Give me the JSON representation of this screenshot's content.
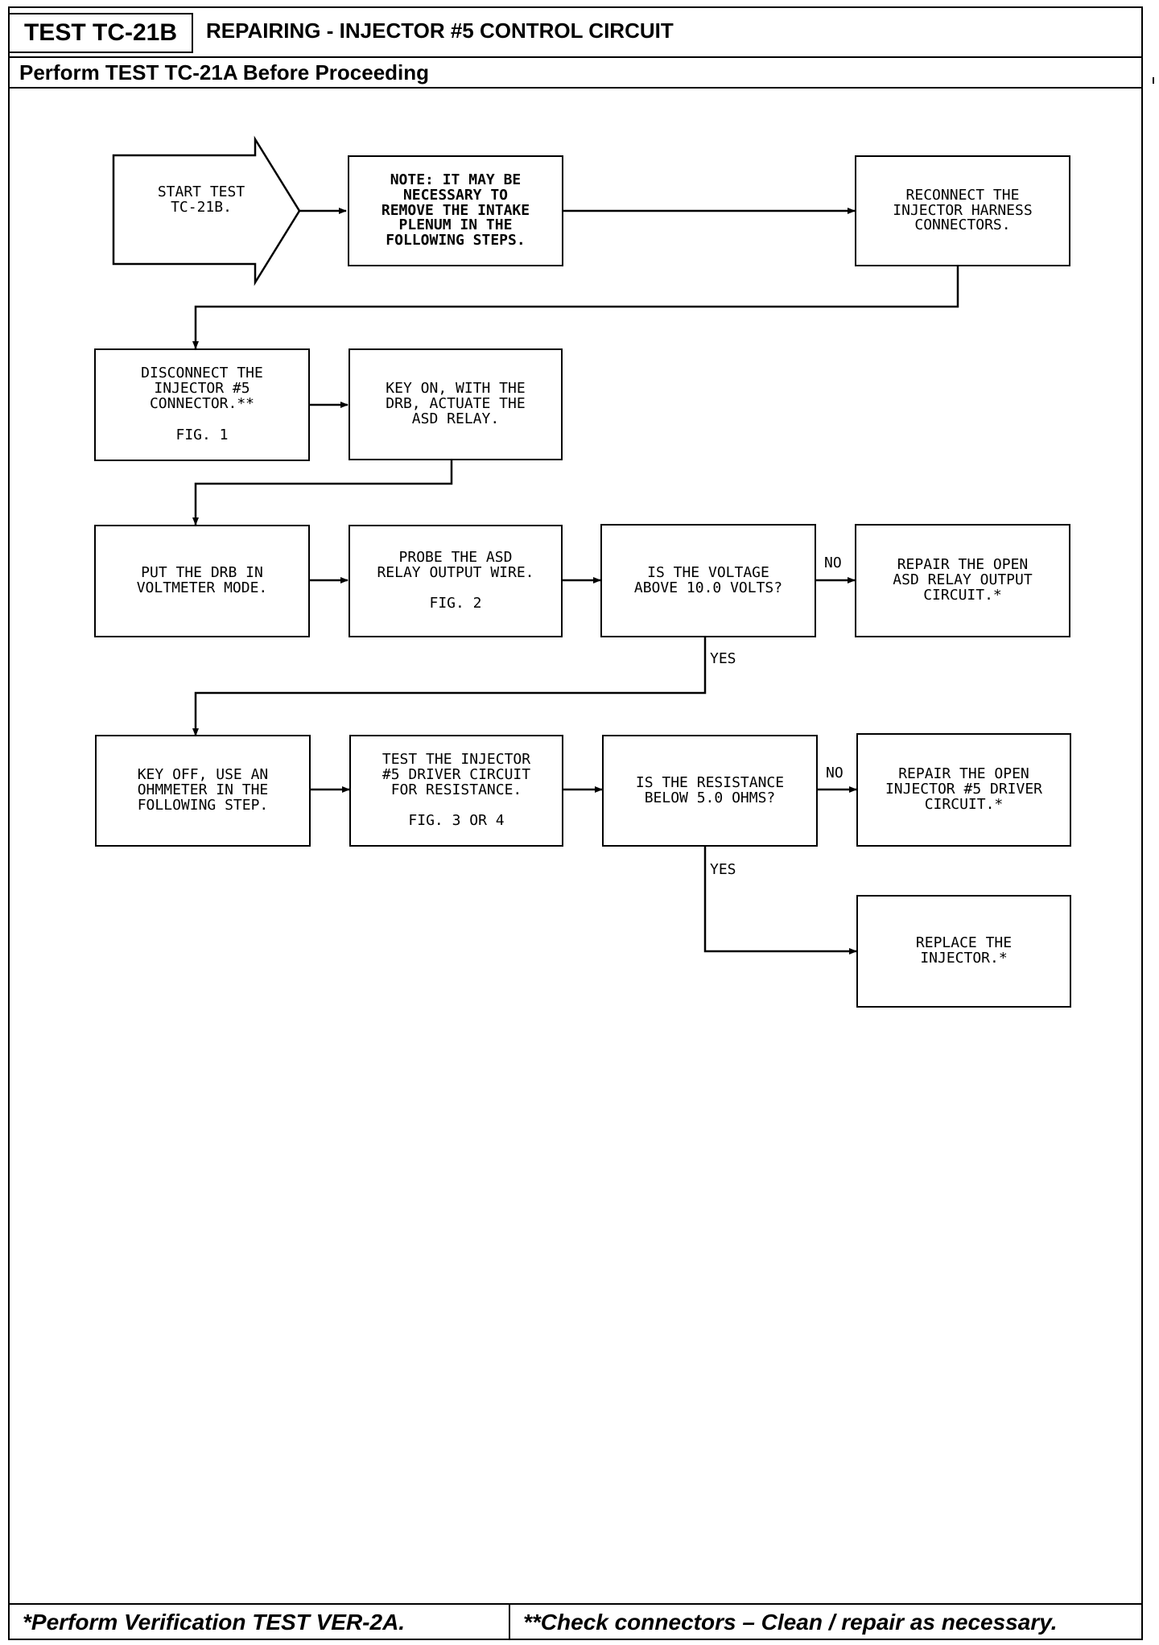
{
  "header": {
    "test_id": "TEST TC-21B",
    "title": "REPAIRING - INJECTOR #5 CONTROL CIRCUIT",
    "prerequisite": "Perform TEST TC-21A Before Proceeding"
  },
  "flow": {
    "start": "START TEST\nTC-21B.",
    "note": "NOTE: IT MAY BE\nNECESSARY TO\nREMOVE THE INTAKE\nPLENUM IN THE\nFOLLOWING STEPS.",
    "reconnect": "RECONNECT THE\nINJECTOR HARNESS\nCONNECTORS.",
    "disconnect": "DISCONNECT THE\nINJECTOR #5\nCONNECTOR.**",
    "disconnect_fig": "FIG. 1",
    "key_on": "KEY ON, WITH THE\nDRB, ACTUATE THE\nASD RELAY.",
    "put_drb": "PUT THE DRB IN\nVOLTMETER MODE.",
    "probe": "PROBE THE ASD\nRELAY OUTPUT WIRE.",
    "probe_fig": "FIG. 2",
    "voltage_q": "IS THE VOLTAGE\nABOVE 10.0 VOLTS?",
    "repair_asd": "REPAIR THE OPEN\nASD RELAY OUTPUT\nCIRCUIT.*",
    "key_off": "KEY OFF, USE AN\nOHMMETER IN THE\nFOLLOWING STEP.",
    "test_injector": "TEST THE INJECTOR\n#5 DRIVER CIRCUIT\nFOR RESISTANCE.",
    "test_injector_fig": "FIG. 3 OR 4",
    "resistance_q": "IS THE RESISTANCE\nBELOW 5.0 OHMS?",
    "repair_driver": "REPAIR THE OPEN\nINJECTOR #5 DRIVER\nCIRCUIT.*",
    "replace": "REPLACE THE\nINJECTOR.*",
    "labels": {
      "no1": "NO",
      "yes1": "YES",
      "no2": "NO",
      "yes2": "YES"
    }
  },
  "footer": {
    "left": "*Perform Verification TEST VER-2A.",
    "right": "**Check connectors – Clean / repair as necessary."
  }
}
